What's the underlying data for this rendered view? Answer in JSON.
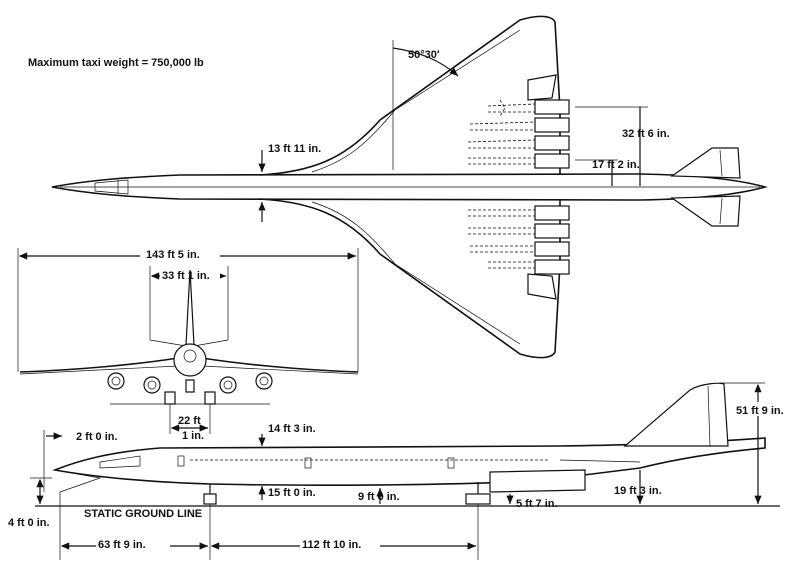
{
  "title": "Maximum taxi weight = 750,000 lb",
  "plan_view": {
    "sweep_angle": "50°30′",
    "wheel_track_fuselage": "13 ft 11 in.",
    "engine_spacing_outer": "32 ft 6 in.",
    "engine_spacing_inner": "17 ft 2 in."
  },
  "front_view": {
    "wingspan": "143 ft 5 in.",
    "tail_span": "33 ft 1 in.",
    "main_gear_track_a": "22 ft",
    "main_gear_track_b": "1 in."
  },
  "side_view": {
    "nose_height": "2 ft 0 in.",
    "fuselage_depth": "14 ft 3 in.",
    "tail_height": "51 ft 9 in.",
    "nose_gear_height": "15 ft 0 in.",
    "main_gear_height": "9 ft 6 in.",
    "engine_height": "19 ft 3 in.",
    "engine_ground": "5 ft 7 in.",
    "ground_line_label": "STATIC GROUND LINE",
    "nose_ground": "4 ft 0 in.",
    "nose_to_gear": "63 ft 9 in.",
    "wheelbase": "112 ft 10 in."
  }
}
